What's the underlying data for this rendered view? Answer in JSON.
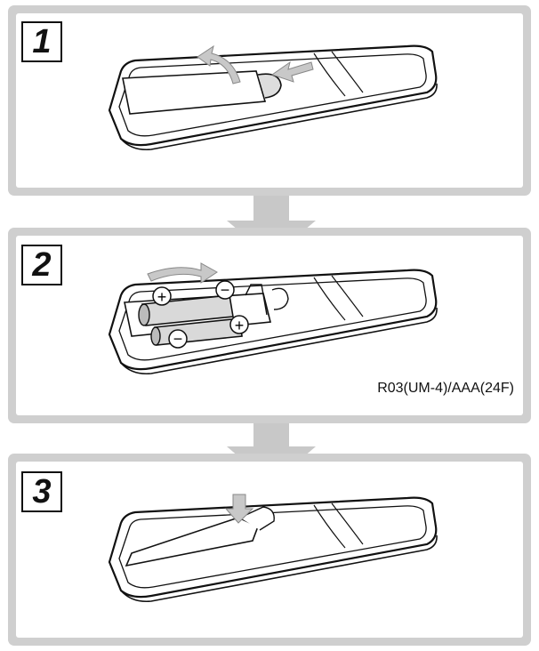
{
  "steps": [
    {
      "number": "1"
    },
    {
      "number": "2"
    },
    {
      "number": "3"
    }
  ],
  "battery_caption": "R03(UM-4)/AAA(24F)",
  "battery_symbols": {
    "plus": "+",
    "minus": "−"
  },
  "colors": {
    "panel_border": "#cfcfcf",
    "arrow": "#c8c8c8",
    "ink": "#111111",
    "battery": "#d9d9d9"
  }
}
